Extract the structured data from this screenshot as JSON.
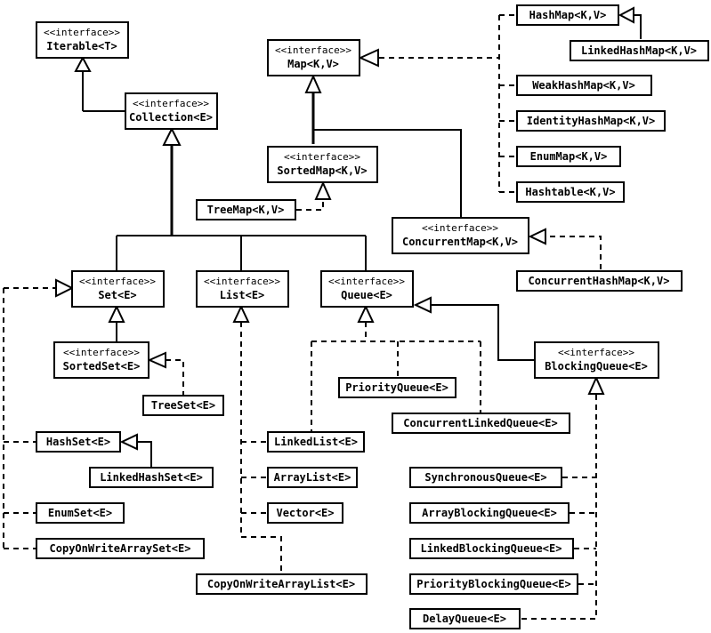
{
  "stereotype": "<<interface>>",
  "nodes": {
    "iterable": {
      "name": "Iterable<T>",
      "interface": true
    },
    "collection": {
      "name": "Collection<E>",
      "interface": true
    },
    "map": {
      "name": "Map<K,V>",
      "interface": true
    },
    "sortedmap": {
      "name": "SortedMap<K,V>",
      "interface": true
    },
    "concurrentmap": {
      "name": "ConcurrentMap<K,V>",
      "interface": true
    },
    "set": {
      "name": "Set<E>",
      "interface": true
    },
    "list": {
      "name": "List<E>",
      "interface": true
    },
    "queue": {
      "name": "Queue<E>",
      "interface": true
    },
    "sortedset": {
      "name": "SortedSet<E>",
      "interface": true
    },
    "blockingqueue": {
      "name": "BlockingQueue<E>",
      "interface": true
    },
    "hashmap": {
      "name": "HashMap<K,V>"
    },
    "linkedhashmap": {
      "name": "LinkedHashMap<K,V>"
    },
    "weakhashmap": {
      "name": "WeakHashMap<K,V>"
    },
    "identityhashmap": {
      "name": "IdentityHashMap<K,V>"
    },
    "enummap": {
      "name": "EnumMap<K,V>"
    },
    "hashtable": {
      "name": "Hashtable<K,V>"
    },
    "treemap": {
      "name": "TreeMap<K,V>"
    },
    "concurrenthashmap": {
      "name": "ConcurrentHashMap<K,V>"
    },
    "treeset": {
      "name": "TreeSet<E>"
    },
    "priorityqueue": {
      "name": "PriorityQueue<E>"
    },
    "concurrentlinkedqueue": {
      "name": "ConcurrentLinkedQueue<E>"
    },
    "hashset": {
      "name": "HashSet<E>"
    },
    "linkedhashset": {
      "name": "LinkedHashSet<E>"
    },
    "enumset": {
      "name": "EnumSet<E>"
    },
    "copyonwritearrayset": {
      "name": "CopyOnWriteArraySet<E>"
    },
    "linkedlist": {
      "name": "LinkedList<E>"
    },
    "arraylist": {
      "name": "ArrayList<E>"
    },
    "vector": {
      "name": "Vector<E>"
    },
    "copyonwritearraylist": {
      "name": "CopyOnWriteArrayList<E>"
    },
    "synchronousqueue": {
      "name": "SynchronousQueue<E>"
    },
    "arrayblockingqueue": {
      "name": "ArrayBlockingQueue<E>"
    },
    "linkedblockingqueue": {
      "name": "LinkedBlockingQueue<E>"
    },
    "priorityblockingqueue": {
      "name": "PriorityBlockingQueue<E>"
    },
    "delayqueue": {
      "name": "DelayQueue<E>"
    }
  }
}
